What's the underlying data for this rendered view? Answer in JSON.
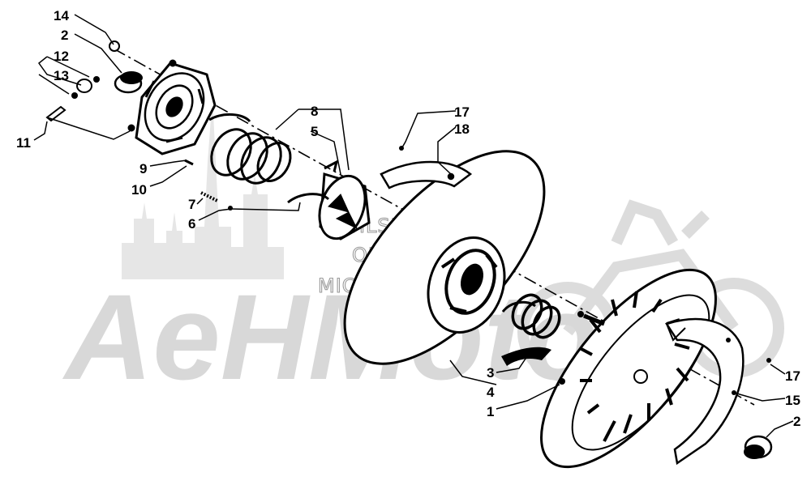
{
  "watermark": {
    "brand": "AeHMoto",
    "line1": "HLSM'S",
    "line2": "ONLINE",
    "line3": "MICROFICHE"
  },
  "callouts": [
    {
      "id": "c14",
      "text": "14"
    },
    {
      "id": "c2a",
      "text": "2"
    },
    {
      "id": "c12",
      "text": "12"
    },
    {
      "id": "c13",
      "text": "13"
    },
    {
      "id": "c11",
      "text": "11"
    },
    {
      "id": "c9",
      "text": "9"
    },
    {
      "id": "c10",
      "text": "10"
    },
    {
      "id": "c8",
      "text": "8"
    },
    {
      "id": "c5",
      "text": "5"
    },
    {
      "id": "c7",
      "text": "7"
    },
    {
      "id": "c6",
      "text": "6"
    },
    {
      "id": "c17a",
      "text": "17"
    },
    {
      "id": "c18",
      "text": "18"
    },
    {
      "id": "c3",
      "text": "3"
    },
    {
      "id": "c4",
      "text": "4"
    },
    {
      "id": "c1",
      "text": "1"
    },
    {
      "id": "c17b",
      "text": "17"
    },
    {
      "id": "c15",
      "text": "15"
    },
    {
      "id": "c2b",
      "text": "2"
    }
  ]
}
